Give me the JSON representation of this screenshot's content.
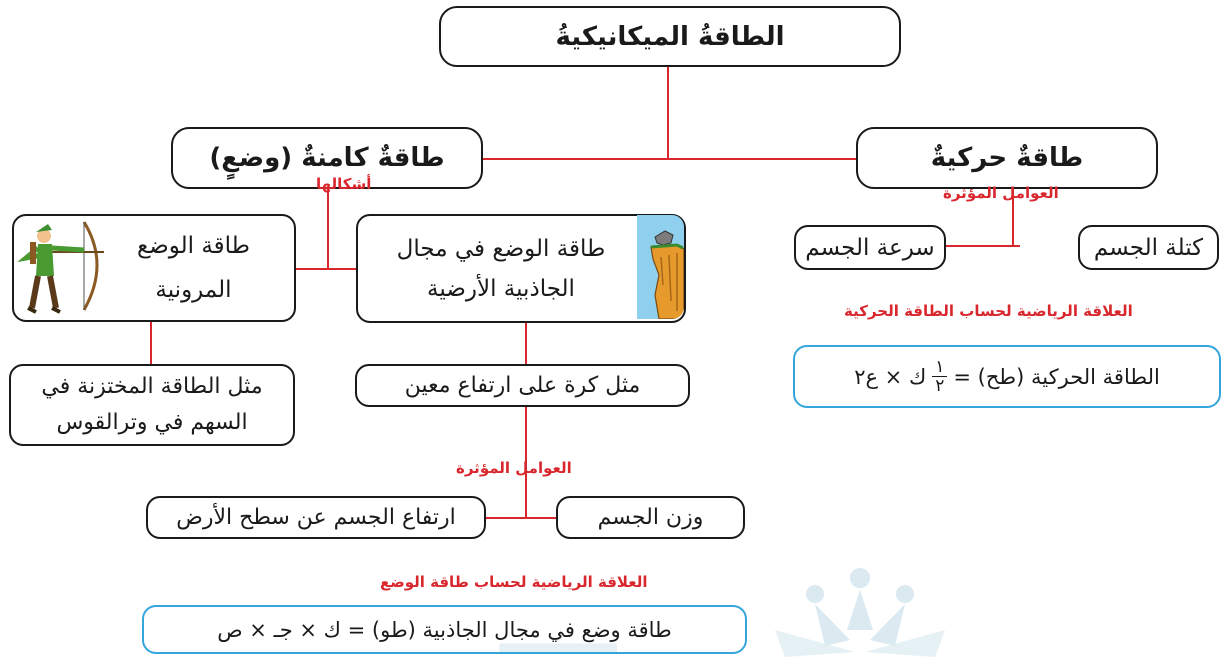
{
  "title": "الطاقةُ الميكانيكيةُ",
  "kinetic": {
    "label": "طاقةٌ حركيةٌ",
    "factors_label": "العوامل المؤثرة",
    "factor_mass": "كتلة الجسم",
    "factor_speed": "سرعة الجسم",
    "formula_caption": "العلاقة الرياضية لحساب الطاقة الحركية",
    "formula": {
      "prefix": "الطاقة الحركية (طح) =",
      "numerator": "١",
      "denominator": "٢",
      "suffix": "ك × ع٢"
    }
  },
  "potential": {
    "label": "طاقةٌ كامنةٌ (وضعٍ)",
    "forms_label": "أشكالها",
    "gravitational": "طاقة الوضع في مجال الجاذبية الأرضية",
    "elastic_line1": "طاقة الوضع",
    "elastic_line2": "المرونية",
    "gravitational_example": "مثل كرة على ارتفاع معين",
    "elastic_example": "مثل الطاقة المختزنة في السهم في وترالقوس",
    "factors_label": "العوامل المؤثرة",
    "factor_weight": "وزن الجسم",
    "factor_height": "ارتفاع الجسم عن سطح الأرض",
    "formula_caption": "العلاقة الرياضية لحساب طاقة الوضع",
    "formula": "طاقة وضع في مجال الجاذبية (طو) = ك × جـ × ص"
  },
  "colors": {
    "connector": "#d9272e",
    "formula_border": "#35a6dc",
    "box_border": "#1a1a1a"
  }
}
